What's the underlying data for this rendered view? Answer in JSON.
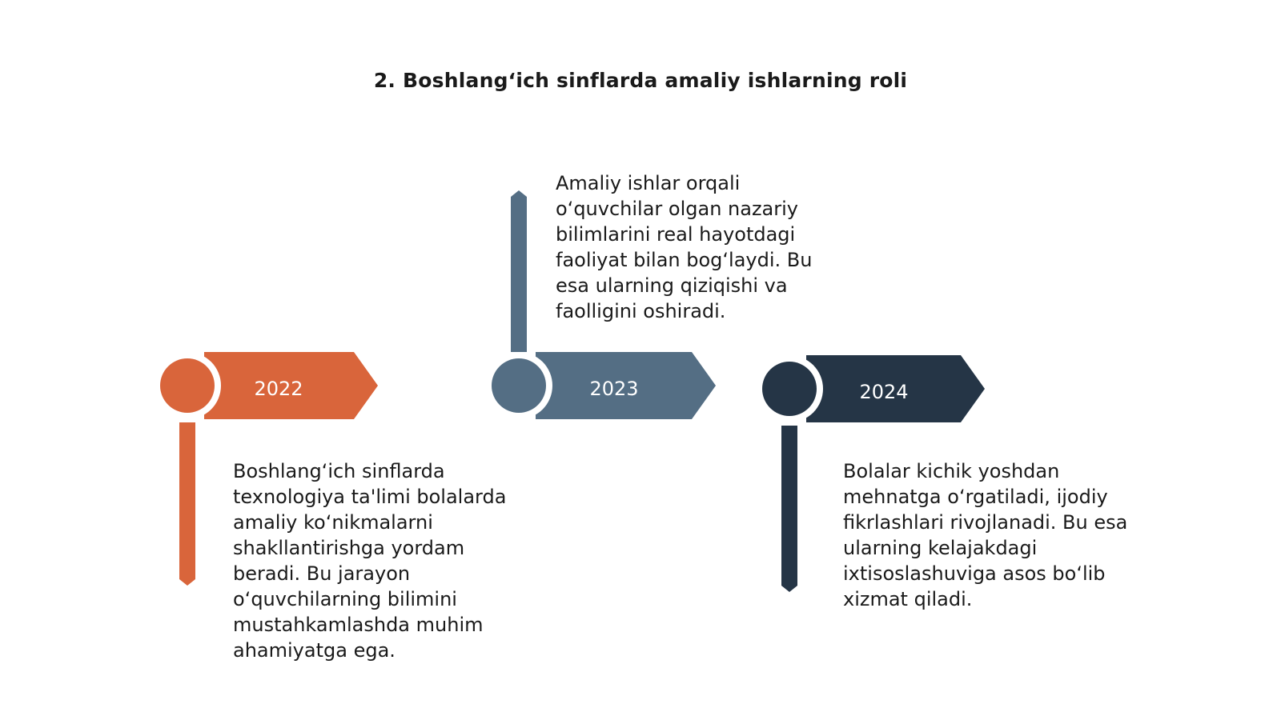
{
  "title": "2. Boshlang‘ich sinflarda amaliy ishlarning roli",
  "milestones": [
    {
      "year": "2022",
      "color": "#d9653b",
      "text": "Boshlang‘ich sinflarda texnologiya ta'limi bolalarda amaliy ko‘nikmalarni shakllantirishga yordam beradi. Bu jarayon o‘quvchilarning bilimini mustahkamlashda muhim ahamiyatga ega."
    },
    {
      "year": "2023",
      "color": "#546e84",
      "text": "Amaliy ishlar orqali o‘quvchilar olgan nazariy bilimlarini real hayotdagi faoliyat bilan bog‘laydi. Bu esa ularning qiziqishi va faolligini oshiradi."
    },
    {
      "year": "2024",
      "color": "#253546",
      "text": "Bolalar kichik yoshdan mehnatga o‘rgatiladi, ijodiy fikrlashlari rivojlanadi. Bu esa ularning kelajakdagi ixtisoslashuviga asos bo‘lib xizmat qiladi."
    }
  ]
}
